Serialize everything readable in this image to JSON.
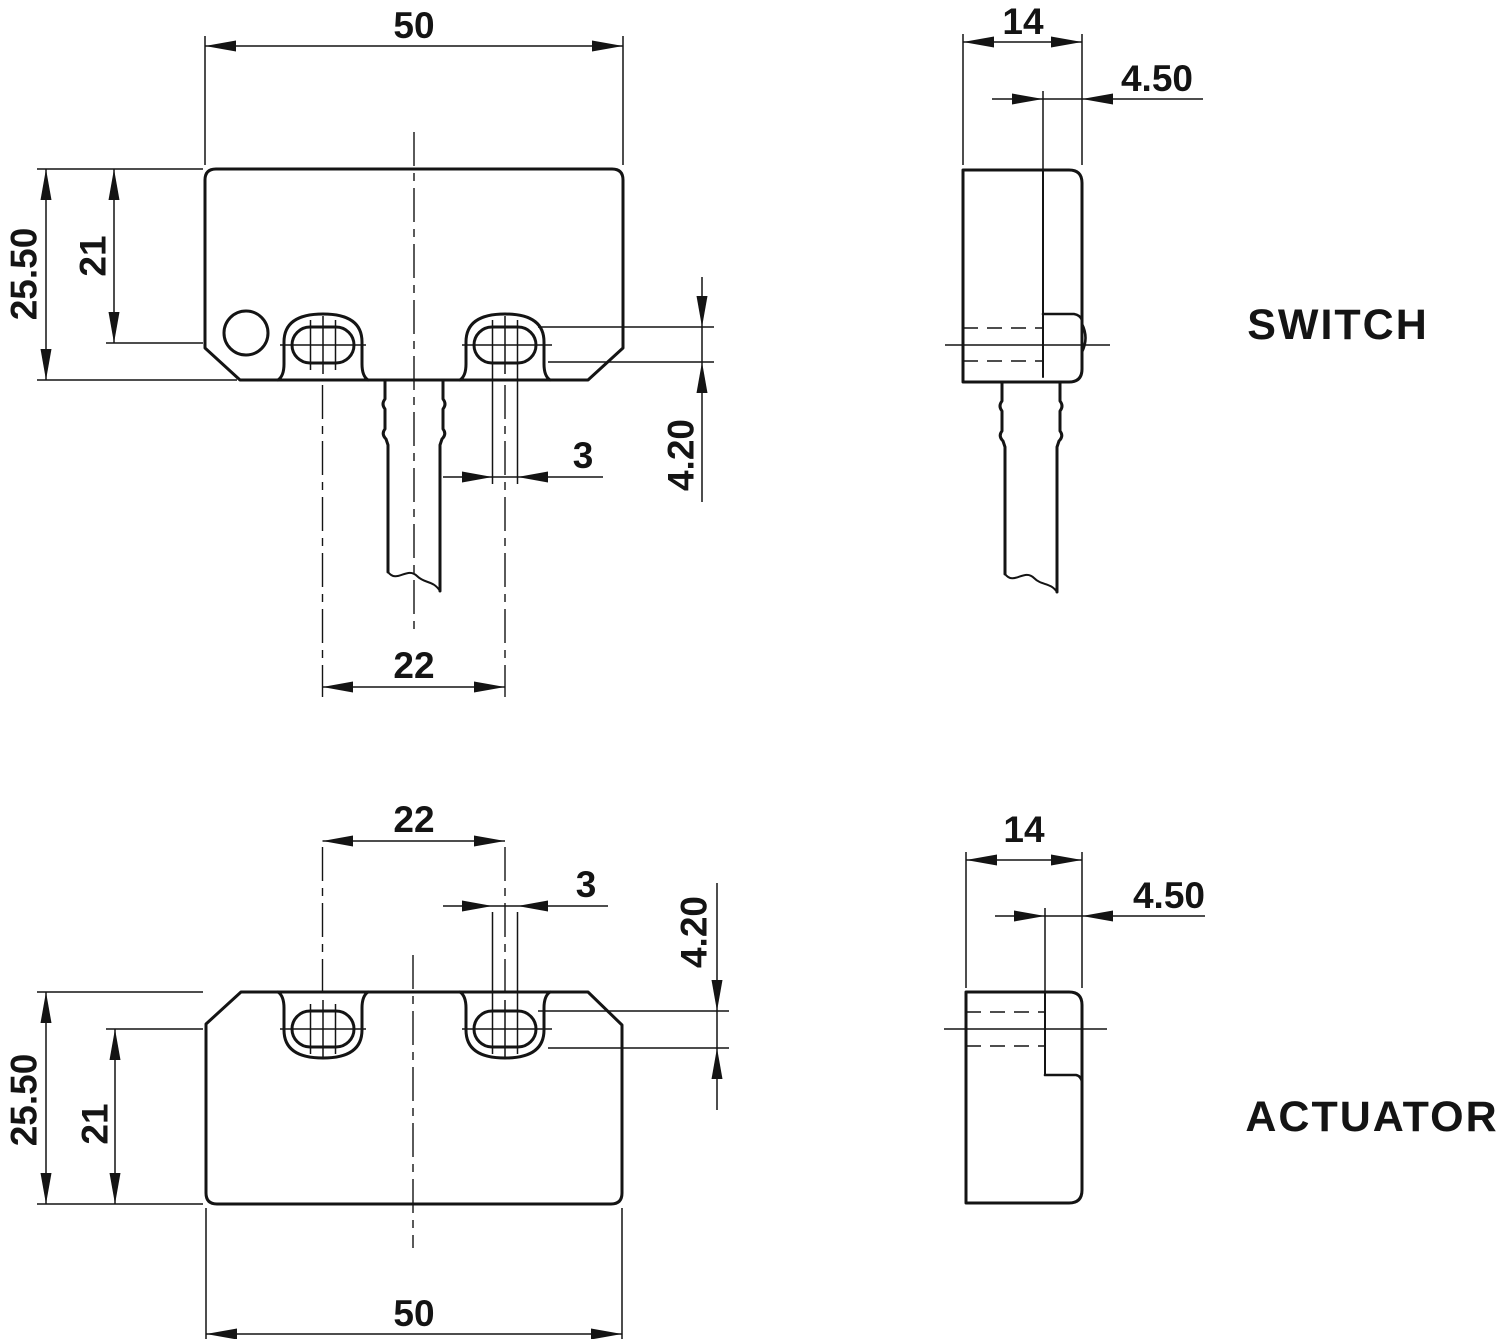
{
  "style": {
    "line_color": "#141414",
    "background": "#ffffff"
  },
  "views": {
    "switch_front": {
      "dims": {
        "width": "50",
        "height": "25.50",
        "hole_center": "21",
        "slot_pitch": "22",
        "slot_width": "3",
        "slot_height": "4.20"
      }
    },
    "switch_side": {
      "label": "SWITCH",
      "dims": {
        "depth": "14",
        "face_offset": "4.50"
      }
    },
    "actuator_front": {
      "dims": {
        "width": "50",
        "height": "25.50",
        "hole_center": "21",
        "slot_pitch": "22",
        "slot_width": "3",
        "slot_height": "4.20"
      }
    },
    "actuator_side": {
      "label": "ACTUATOR",
      "dims": {
        "depth": "14",
        "face_offset": "4.50"
      }
    }
  }
}
